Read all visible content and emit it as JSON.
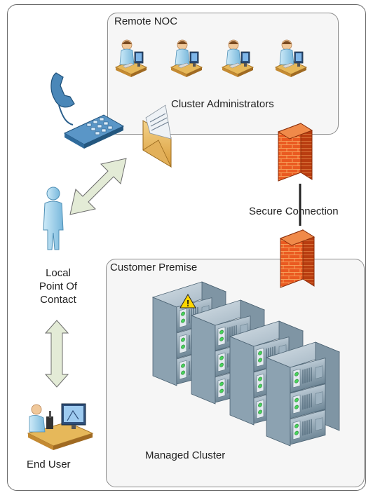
{
  "zones": {
    "remote_noc": "Remote NOC",
    "customer_premise": "Customer Premise"
  },
  "labels": {
    "cluster_administrators": "Cluster Administrators",
    "secure_connection": "Secure Connection",
    "local_contact_line1": "Local",
    "local_contact_line2": "Point Of",
    "local_contact_line3": "Contact",
    "managed_cluster": "Managed Cluster",
    "end_user": "End User"
  },
  "icons": {
    "admin_workstation": "admin-workstation-icon",
    "telephone": "telephone-icon",
    "email": "envelope-icon",
    "firewall": "firewall-icon",
    "person": "person-icon",
    "end_user": "lab-workstation-icon",
    "server_rack": "server-rack-icon",
    "warning": "warning-icon"
  },
  "colors": {
    "firewall": "#e8541d",
    "arrow_fill": "#e3ebd6",
    "person": "#a8d6ee",
    "server": "#8ea7b8"
  }
}
